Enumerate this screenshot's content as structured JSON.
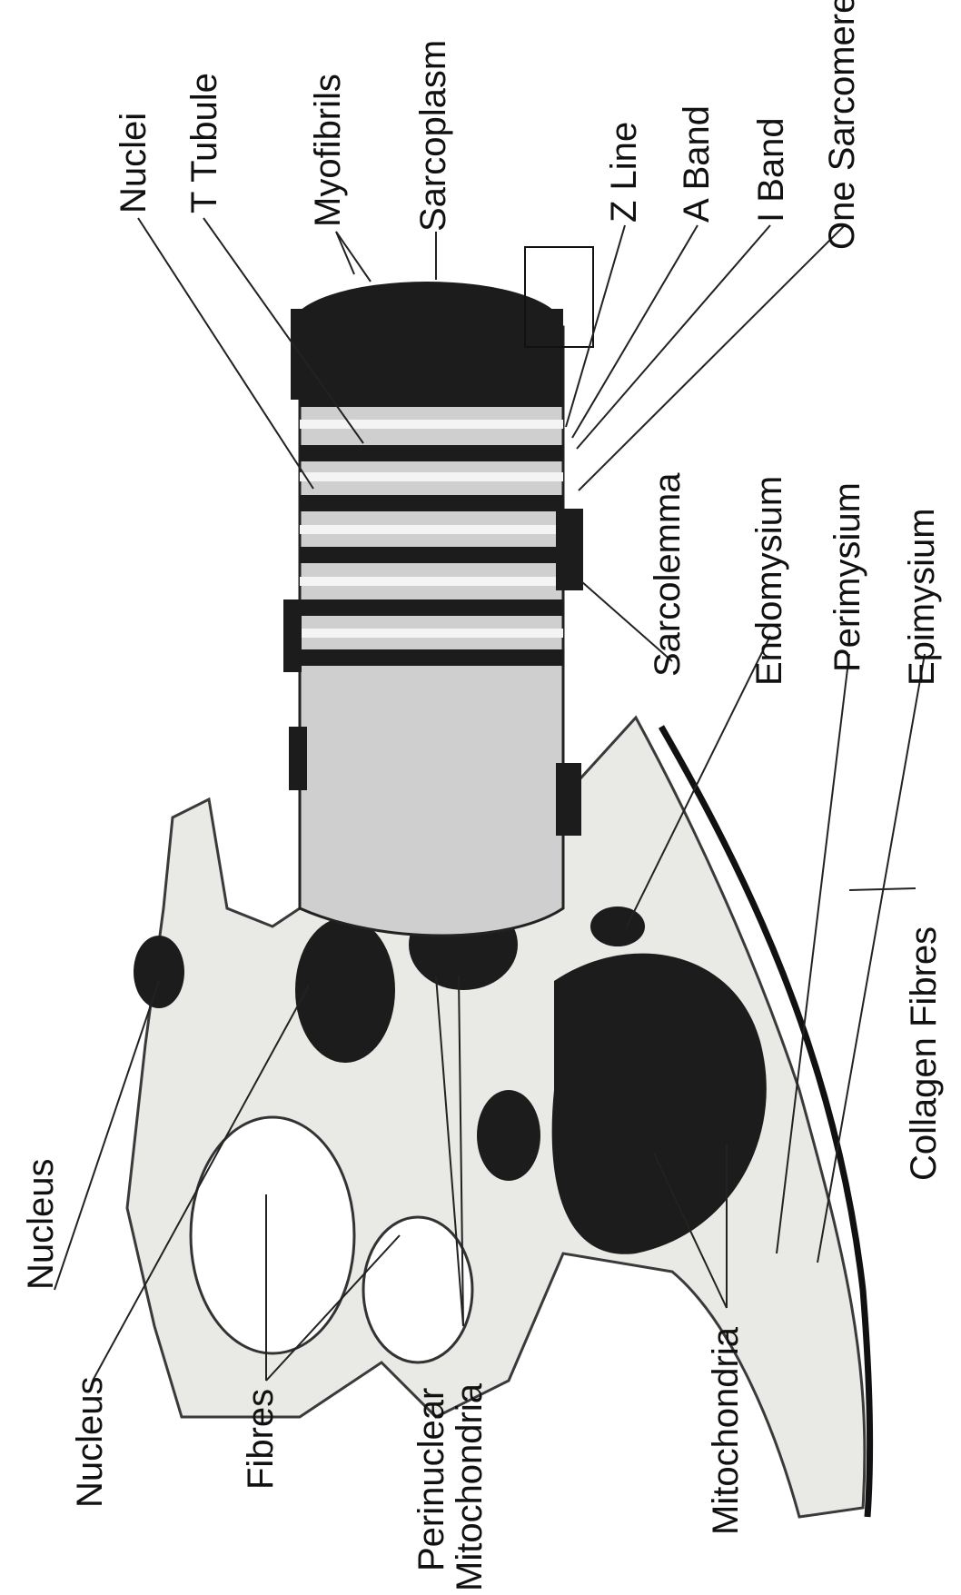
{
  "labels": {
    "nuclei": "Nuclei",
    "t_tubule": "T Tubule",
    "myofibrils": "Myofibrils",
    "sarcoplasm": "Sarcoplasm",
    "z_line": "Z Line",
    "a_band": "A Band",
    "i_band": "I Band",
    "one_sarcomere": "One Sarcomere",
    "sarcolemma": "Sarcolemma",
    "endomysium": "Endomysium",
    "perimysium": "Perimysium",
    "epimysium": "Epimysium",
    "collagen_fibres": "Collagen Fibres",
    "mitochondria": "Mitochondria",
    "perinuclear_line1": "Perinuclear",
    "perinuclear_line2": "Mitochondria",
    "fibres": "Fibres",
    "nucleus_bottom": "Nucleus",
    "nucleus_top": "Nucleus"
  },
  "colors": {
    "background": "#ffffff",
    "myofibril_dark": "#1c1c1c",
    "connective_tissue": "#e9e9e6",
    "fibre_body": "#cfcfcf"
  }
}
